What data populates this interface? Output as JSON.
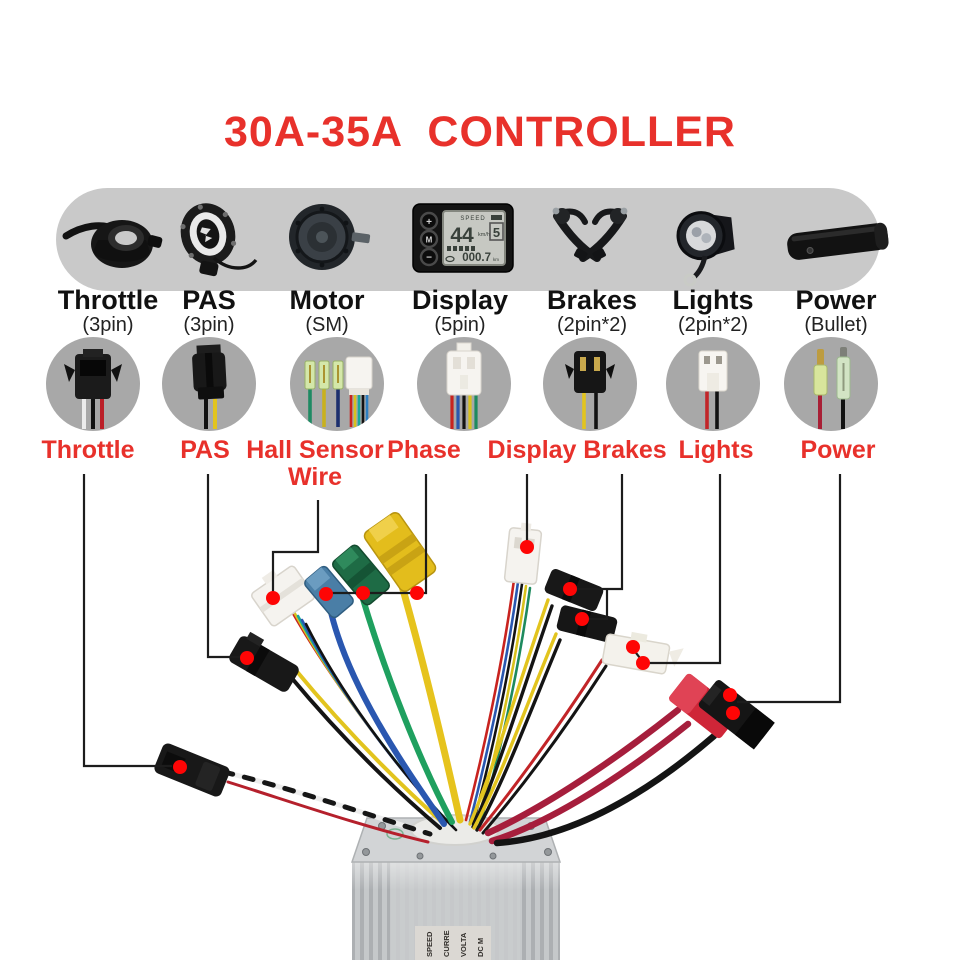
{
  "title": "30A-35A  CONTROLLER",
  "colors": {
    "accent_red": "#e8312b",
    "bar_gray": "#c9c9c9",
    "circle_gray": "#a8a8a8",
    "dot_red": "#fe0505"
  },
  "components": [
    {
      "name": "Throttle",
      "sub": "(3pin)"
    },
    {
      "name": "PAS",
      "sub": "(3pin)"
    },
    {
      "name": "Motor",
      "sub": "(SM)"
    },
    {
      "name": "Display",
      "sub": "(5pin)"
    },
    {
      "name": "Brakes",
      "sub": "(2pin*2)"
    },
    {
      "name": "Lights",
      "sub": "(2pin*2)"
    },
    {
      "name": "Power",
      "sub": "(Bullet)"
    }
  ],
  "wire_labels": {
    "throttle": "Throttle",
    "pas": "PAS",
    "hall_line1": "Hall Sensor",
    "hall_line2": "Wire",
    "phase": "Phase",
    "display": "Display",
    "brakes": "Brakes",
    "lights": "Lights",
    "power": "Power"
  },
  "display_lcd": {
    "top": "SPEED",
    "speed": "44",
    "unit": "km/h",
    "level": "5",
    "odo": "000.7",
    "odo_unit": "km",
    "btn_plus": "+",
    "btn_m": "M",
    "btn_minus": "−"
  },
  "controller_label_lines": [
    "SPEED",
    "CURRE",
    "VOLTA",
    "DC M"
  ]
}
